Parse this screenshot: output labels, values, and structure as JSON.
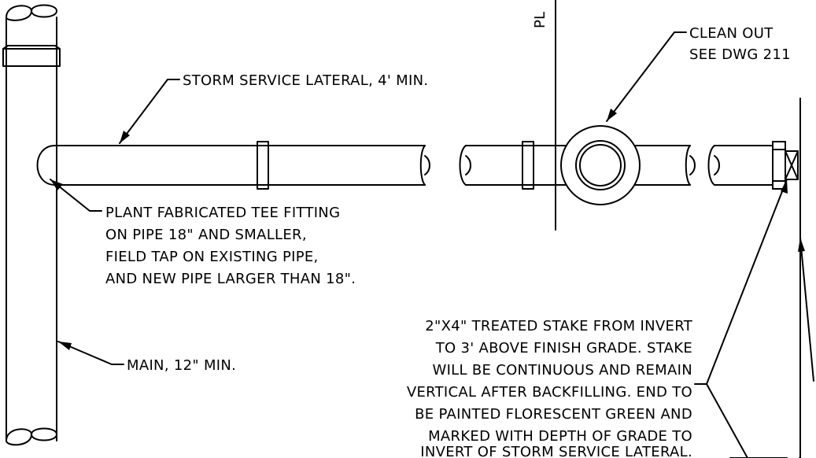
{
  "labels": {
    "property_line": "PL",
    "clean_out_1": "CLEAN OUT",
    "clean_out_2": "SEE DWG 211",
    "lateral": "STORM SERVICE LATERAL, 4' MIN.",
    "tee_1": "PLANT FABRICATED TEE FITTING",
    "tee_2": "ON PIPE 18\" AND SMALLER,",
    "tee_3": "FIELD TAP ON EXISTING PIPE,",
    "tee_4": "AND NEW PIPE LARGER THAN 18\".",
    "main": "MAIN, 12\" MIN.",
    "stake_1": "2\"X4\" TREATED STAKE FROM INVERT",
    "stake_2": "TO 3' ABOVE FINISH GRADE. STAKE",
    "stake_3": "WILL BE CONTINUOUS AND REMAIN",
    "stake_4": "VERTICAL AFTER BACKFILLING. END TO",
    "stake_5": "BE PAINTED FLORESCENT GREEN AND",
    "stake_6": "MARKED WITH DEPTH OF GRADE TO",
    "stake_7": "INVERT OF STORM SERVICE LATERAL."
  }
}
